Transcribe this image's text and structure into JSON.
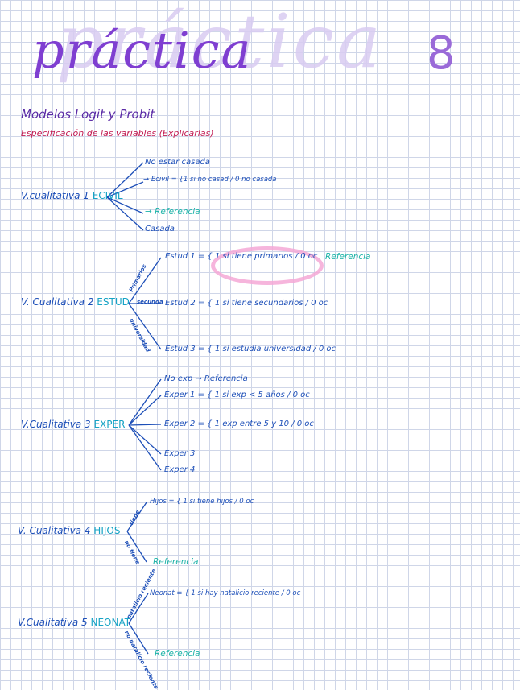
{
  "title": {
    "word": "práctica",
    "number": "8"
  },
  "subtitle": "Modelos Logit y Probit",
  "spec": "Especificación de las variables (Explicarlas)",
  "sections": {
    "ecivil": {
      "root_prefix": "V.cualitativa 1 ",
      "root_code": "ECIVIL",
      "b1": "No estar casada",
      "def": "→ Ecivil = {1  si no casad / 0  no casada",
      "b2": "→ Referencia",
      "b3": "Casada"
    },
    "estud": {
      "root_prefix": "V. Cualitativa 2 ",
      "root_code": "ESTUD",
      "label_up": "Primarios",
      "label_mid": "secunda",
      "label_down": "universidad",
      "e1": "Estud 1 = { 1  si tiene primarios / 0  oc",
      "e1_ref": "Referencia",
      "e2": "Estud 2 = { 1  si tiene secundarios / 0  oc",
      "e3": "Estud 3 = { 1  si estudia universidad / 0  oc"
    },
    "exper": {
      "root_prefix": "V.Cualitativa 3 ",
      "root_code": "EXPER",
      "b1": "No exp → Referencia",
      "b2": "Exper 1 = { 1  si exp < 5 años / 0  oc",
      "b3": "Exper 2 = { 1  exp entre 5 y 10 / 0  oc",
      "b4": "Exper 3",
      "b5": "Exper 4"
    },
    "hijos": {
      "root_prefix": "V. Cualitativa 4 ",
      "root_code": "HIJOS",
      "label_up": "tiene",
      "label_down": "no tiene",
      "def": "Hijos = { 1  si tiene hijos / 0  oc",
      "ref": "Referencia"
    },
    "neonat": {
      "root_prefix": "V.Cualitativa 5 ",
      "root_code": "NEONAT",
      "label_up": "natalicio reciente",
      "label_down": "no natalicio reciente",
      "def": "Neonat = { 1  si hay natalicio reciente / 0  oc",
      "ref": "Referencia"
    }
  },
  "colors": {
    "title": "#7f3fd1",
    "title_ghost": "#d9ccf2",
    "ink_blue": "#1d4fb8",
    "ink_cyan": "#16a3c5",
    "ink_teal": "#1db3a8",
    "ink_red": "#c21c52",
    "highlight": "#f4a8d6",
    "grid": "#cfd6e8"
  }
}
